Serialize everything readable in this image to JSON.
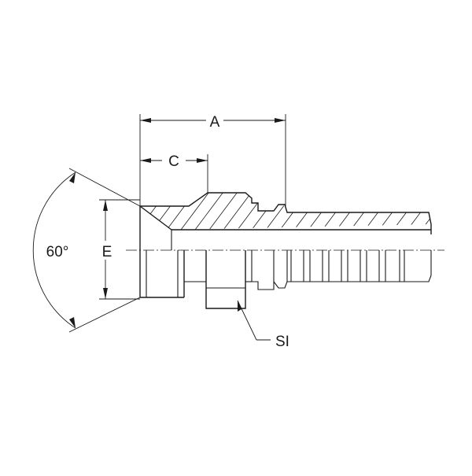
{
  "diagram": {
    "labels": {
      "dim_a": "A",
      "dim_c": "C",
      "dim_e": "E",
      "angle": "60°",
      "hex": "SI"
    },
    "colors": {
      "line": "#1a1a1a",
      "background": "#ffffff"
    }
  }
}
